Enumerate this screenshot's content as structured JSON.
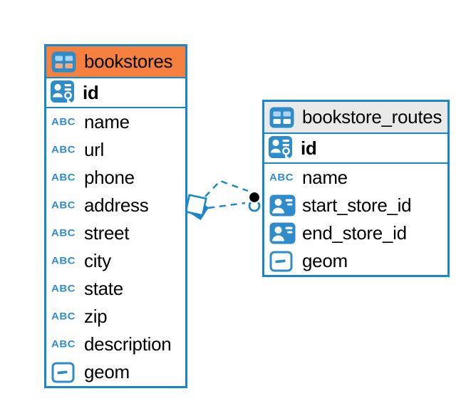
{
  "diagram": {
    "icons": {
      "text_type_label": "ABC"
    },
    "colors": {
      "accent_blue": "#1787C9",
      "icon_blue": "#2E8CCB",
      "orange_header": "#F6813E",
      "gray_header": "#E9E9E9"
    },
    "tables": [
      {
        "name": "bookstores",
        "header_style": "orange",
        "primary_key": "id",
        "columns": [
          {
            "name": "name",
            "type": "text"
          },
          {
            "name": "url",
            "type": "text"
          },
          {
            "name": "phone",
            "type": "text"
          },
          {
            "name": "address",
            "type": "text"
          },
          {
            "name": "street",
            "type": "text"
          },
          {
            "name": "city",
            "type": "text"
          },
          {
            "name": "state",
            "type": "text"
          },
          {
            "name": "zip",
            "type": "text"
          },
          {
            "name": "description",
            "type": "text"
          },
          {
            "name": "geom",
            "type": "geometry"
          }
        ]
      },
      {
        "name": "bookstore_routes",
        "header_style": "gray",
        "primary_key": "id",
        "columns": [
          {
            "name": "name",
            "type": "text"
          },
          {
            "name": "start_store_id",
            "type": "reference"
          },
          {
            "name": "end_store_id",
            "type": "reference"
          },
          {
            "name": "geom",
            "type": "geometry"
          }
        ]
      }
    ],
    "relationships": [
      {
        "from_table": "bookstore_routes",
        "to_table": "bookstores",
        "line_style": "dashed"
      },
      {
        "from_table": "bookstore_routes",
        "to_table": "bookstores",
        "line_style": "dashed"
      }
    ]
  }
}
